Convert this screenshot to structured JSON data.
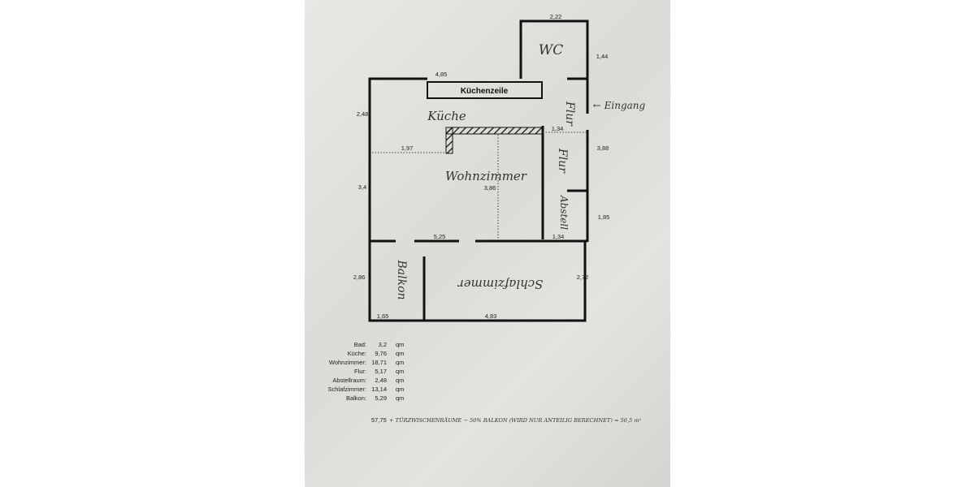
{
  "rooms": {
    "wc": "WC",
    "kitchenette": "Küchenzeile",
    "kitchen": "Küche",
    "living": "Wohnzimmer",
    "hall_upper": "Flur",
    "hall_lower": "Flur",
    "storage": "Abstell",
    "balcony": "Balkon",
    "bedroom": "Schlafzimmer",
    "entrance": "← Eingang"
  },
  "dimensions": {
    "wc_width": "2,22",
    "wc_height": "1,44",
    "kitchen_width": "4,85",
    "kitchen_height": "2,48",
    "hall_width_top": "1,34",
    "hall_height": "3,88",
    "kitchen_inner": "1,97",
    "living_height_left": "3,4",
    "living_height_inner": "3,86",
    "storage_height": "1,85",
    "living_bottom": "5,25",
    "storage_bottom": "1,34",
    "balcony_height": "2,86",
    "balcony_width": "1,65",
    "bedroom_width": "4,83",
    "bedroom_height": "2,72"
  },
  "areas": [
    {
      "room": "Bad:",
      "value": "3,2",
      "unit": "qm"
    },
    {
      "room": "Küche:",
      "value": "9,76",
      "unit": "qm"
    },
    {
      "room": "Wohnzimmer:",
      "value": "18,71",
      "unit": "qm"
    },
    {
      "room": "Flur:",
      "value": "5,17",
      "unit": "qm"
    },
    {
      "room": "Abstellraum:",
      "value": "2,48",
      "unit": "qm"
    },
    {
      "room": "Schlafzimmer:",
      "value": "13,14",
      "unit": "qm"
    },
    {
      "room": "Balkon:",
      "value": "5,29",
      "unit": "qm"
    }
  ],
  "total": "57,75",
  "note": "+ TÜRZWISCHENRÄUME − 50% BALKON (WIRD NUR ANTEILIG BERECHNET) = 56,5 m²",
  "colors": {
    "paper": "#e2e1dd",
    "wall": "#111111",
    "ink": "#333333"
  }
}
